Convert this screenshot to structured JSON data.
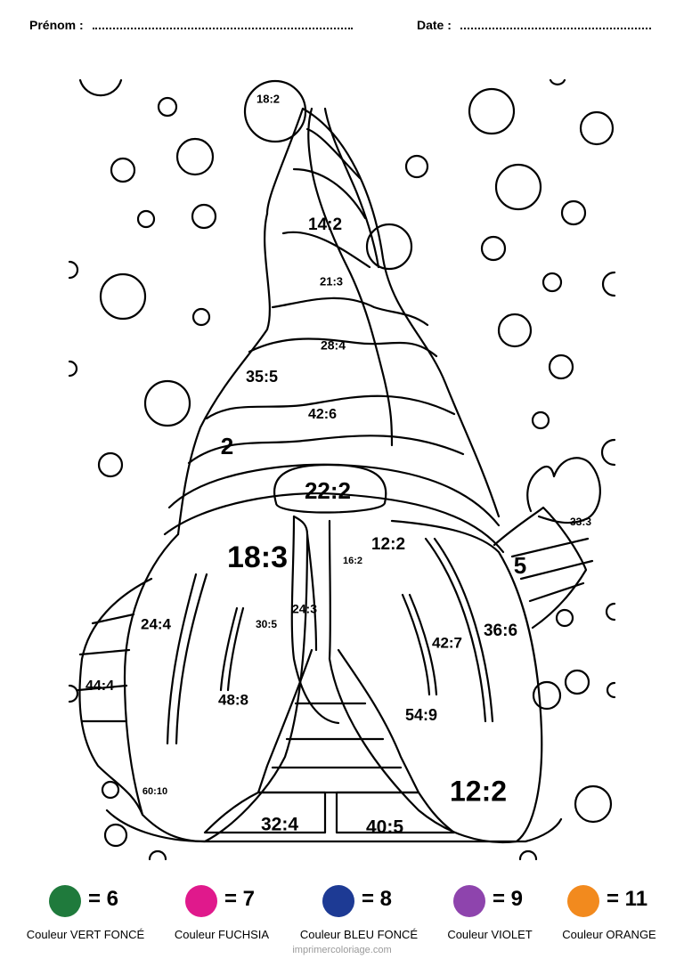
{
  "header": {
    "name_label": "Prénom :",
    "date_label": "Date :"
  },
  "problems": {
    "p01": "18:2",
    "p02": "14:2",
    "p03": "21:3",
    "p04": "28:4",
    "p05": "35:5",
    "p06": "42:6",
    "p07": "2",
    "p08": "22:2",
    "p09": "18:3",
    "p10": "12:2",
    "p11": "16:2",
    "p12": "33:3",
    "p13": "5",
    "p14": "24:4",
    "p15": "30:5",
    "p16": "24:3",
    "p17": "36:6",
    "p18": "42:7",
    "p19": "44:4",
    "p20": "48:8",
    "p21": "54:9",
    "p22": "60:10",
    "p23": "12:2",
    "p24": "32:4",
    "p25": "40:5"
  },
  "legend": [
    {
      "label": "= 6",
      "caption": "Couleur VERT FONCÉ",
      "color": "#1f7a3c"
    },
    {
      "label": "= 7",
      "caption": "Couleur FUCHSIA",
      "color": "#e0198c"
    },
    {
      "label": "= 8",
      "caption": "Couleur BLEU FONCÉ",
      "color": "#1d3a94"
    },
    {
      "label": "= 9",
      "caption": "Couleur VIOLET",
      "color": "#8e44ad"
    },
    {
      "label": "= 11",
      "caption": "Couleur ORANGE",
      "color": "#f28a1e"
    }
  ],
  "footer": "imprimercoloriage.com"
}
